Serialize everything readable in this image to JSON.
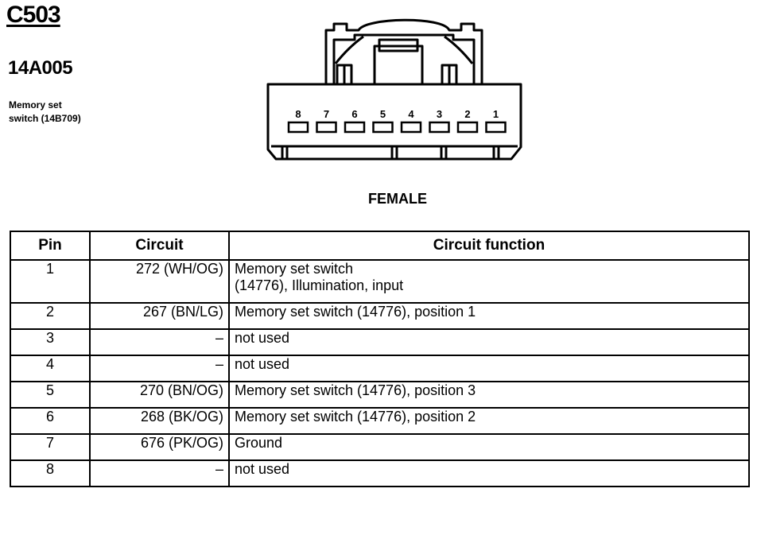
{
  "header": {
    "connector_id": "C503",
    "part_number": "14A005",
    "component_line1": "Memory set",
    "component_line2": "switch (14B709)"
  },
  "connector": {
    "pin_labels": [
      "8",
      "7",
      "6",
      "5",
      "4",
      "3",
      "2",
      "1"
    ],
    "gender": "FEMALE"
  },
  "table": {
    "headers": {
      "pin": "Pin",
      "circuit": "Circuit",
      "function": "Circuit function"
    },
    "rows": [
      {
        "pin": "1",
        "circuit": "272 (WH/OG)",
        "function_lines": [
          "Memory set switch",
          "(14776), Illumination, input"
        ]
      },
      {
        "pin": "2",
        "circuit": "267 (BN/LG)",
        "function_lines": [
          "Memory set switch (14776), position 1"
        ]
      },
      {
        "pin": "3",
        "circuit": "–",
        "function_lines": [
          "not used"
        ]
      },
      {
        "pin": "4",
        "circuit": "–",
        "function_lines": [
          "not used"
        ]
      },
      {
        "pin": "5",
        "circuit": "270 (BN/OG)",
        "function_lines": [
          "Memory set switch (14776), position 3"
        ]
      },
      {
        "pin": "6",
        "circuit": "268 (BK/OG)",
        "function_lines": [
          "Memory set switch (14776), position 2"
        ]
      },
      {
        "pin": "7",
        "circuit": "676 (PK/OG)",
        "function_lines": [
          "Ground"
        ]
      },
      {
        "pin": "8",
        "circuit": "–",
        "function_lines": [
          "not used"
        ]
      }
    ]
  }
}
